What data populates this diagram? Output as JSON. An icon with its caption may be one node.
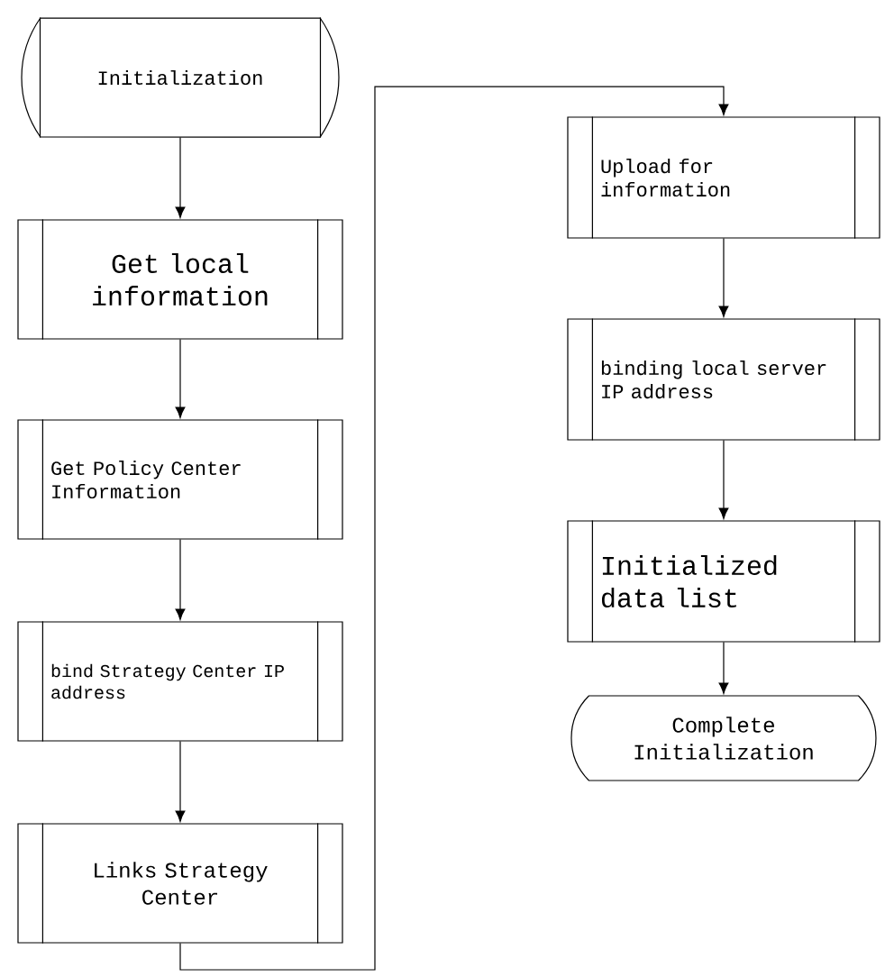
{
  "diagram": {
    "nodes": [
      {
        "text": [
          "Initialization"
        ]
      },
      {
        "text": [
          "Get local information"
        ]
      },
      {
        "text": [
          "Get Policy Center Information"
        ]
      },
      {
        "text": [
          "bind Strategy Center IP address"
        ]
      },
      {
        "text": [
          "Links Strategy Center"
        ]
      },
      {
        "text": [
          "Upload for information"
        ]
      },
      {
        "text": [
          "binding local server IP address"
        ]
      },
      {
        "text": [
          "Initialized data list"
        ]
      },
      {
        "text": [
          "Complete Initialization"
        ]
      }
    ],
    "edges": [
      {
        "from": 0,
        "to": 1,
        "arrow": "to"
      },
      {
        "from": 1,
        "to": 2,
        "arrow": "to"
      },
      {
        "from": 2,
        "to": 3,
        "arrow": "to"
      },
      {
        "from": 3,
        "to": 4,
        "arrow": "to"
      },
      {
        "from": 4,
        "to": 5,
        "arrow": "to"
      },
      {
        "from": 5,
        "to": 6,
        "arrow": "to"
      },
      {
        "from": 6,
        "to": 7,
        "arrow": "to"
      },
      {
        "from": 7,
        "to": 8,
        "arrow": "to"
      }
    ]
  }
}
